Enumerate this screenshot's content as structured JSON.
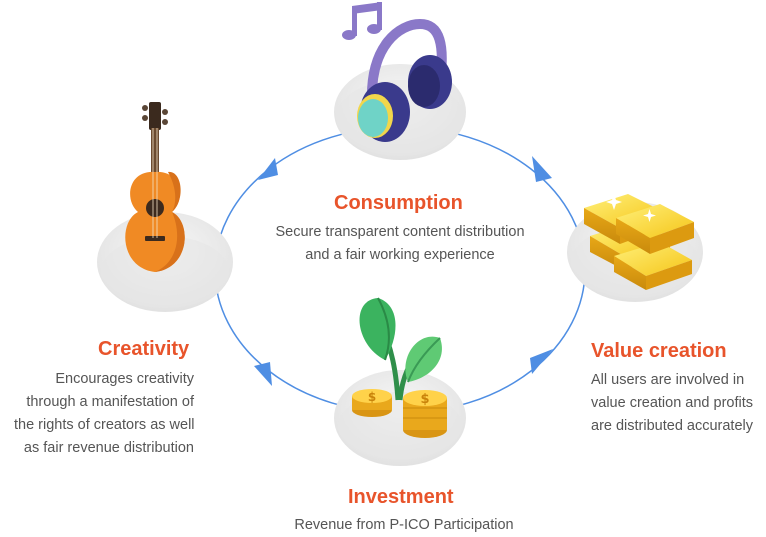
{
  "colors": {
    "accent": "#e8542b",
    "text": "#555555",
    "cycle": "#4f8ee3",
    "pedestal": "#ececec"
  },
  "nodes": {
    "consumption": {
      "title": "Consumption",
      "description": [
        "Secure transparent content distribution",
        "and a fair working experience"
      ],
      "icon": "headphones-icon"
    },
    "value_creation": {
      "title": "Value creation",
      "description": [
        "All users are involved in",
        "value creation and profits",
        "are distributed accurately"
      ],
      "icon": "gold-bars-icon"
    },
    "investment": {
      "title": "Investment",
      "description": [
        "Revenue from P-ICO Participation"
      ],
      "icon": "plant-coins-icon"
    },
    "creativity": {
      "title": "Creativity",
      "description": [
        "Encourages creativity",
        "through a manifestation of",
        "the rights of creators as well",
        "as fair revenue distribution"
      ],
      "icon": "guitar-icon"
    }
  }
}
